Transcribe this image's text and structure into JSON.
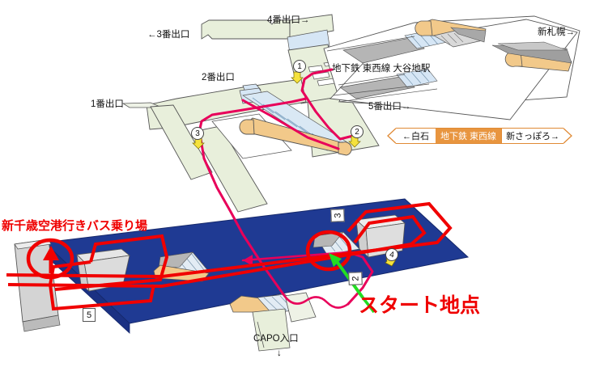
{
  "map": {
    "title": "地下鉄 東西線 大谷地駅",
    "station_label": "地下鉄 東西線 大谷地駅",
    "exits": {
      "exit1": "1番出口",
      "exit2": "2番出口",
      "exit3": "←3番出口",
      "exit4": "4番出口→",
      "exit5": "5番出口→"
    },
    "directions": {
      "shin_sapporo": "新札幌→",
      "capo": "CAPO入口",
      "capo_arrow": "↓"
    },
    "line_banner": {
      "left_dir": "←白石",
      "line_name": "地下鉄 東西線",
      "right_dir": "新さっぽろ→",
      "bg_color": "#e8953f",
      "border_color": "#e08a35",
      "text_color": "#ffffff"
    },
    "annotations": {
      "bus_stop": "新千歳空港行きバス乗り場",
      "start_point": "スタート地点",
      "annotation_color": "#ef0000",
      "start_arrow_color": "#22dd22"
    },
    "circle_markers": [
      {
        "label": "1"
      },
      {
        "label": "2"
      },
      {
        "label": "3"
      },
      {
        "label": "4"
      }
    ],
    "box_markers": [
      {
        "label": "5"
      },
      {
        "label": "3"
      },
      {
        "label": "2"
      }
    ],
    "colors": {
      "route_pink": "#e8005a",
      "route_red": "#f00000",
      "concourse_green": "#e8efdb",
      "platform_blue": "#1f3a93",
      "escalator_tan": "#f2c98a",
      "stairs_gray": "#b5b5b5",
      "stairs_blue": "#d6e6f5",
      "outline": "#555555"
    }
  }
}
